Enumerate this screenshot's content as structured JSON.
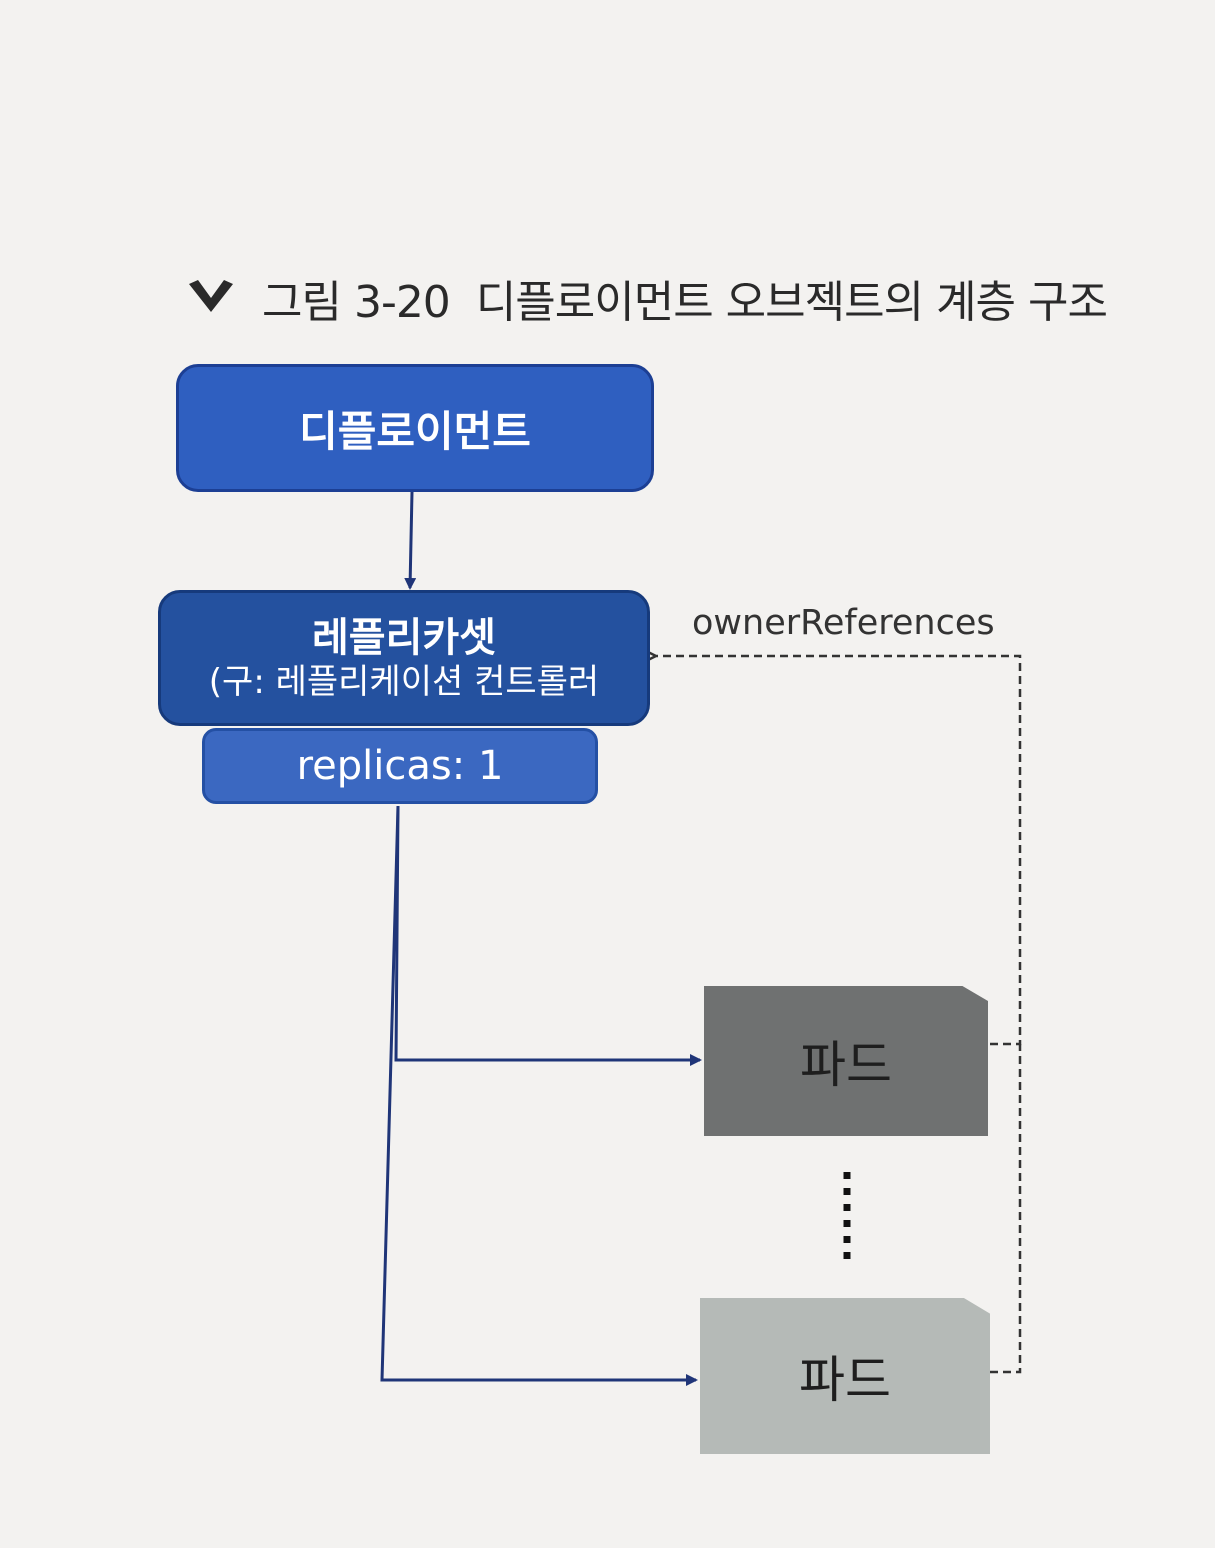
{
  "caption": {
    "figure_number": "그림 3-20",
    "title": "디플로이먼트 오브젝트의 계층 구조"
  },
  "nodes": {
    "deployment": "디플로이먼트",
    "replicaset": "레플리카셋",
    "replicaset_note": "(구: 레플리케이션 컨트롤러",
    "replicas": "replicas: 1",
    "pod_1": "파드",
    "pod_2": "파드"
  },
  "edge_labels": {
    "owner_references": "ownerReferences"
  },
  "colors": {
    "deployment": "#2f5fc0",
    "replicaset": "#24519f",
    "replicas": "#3b68c1",
    "pod_active": "#6f7171",
    "pod_faded": "#b5bab7",
    "line": "#1f3578"
  }
}
